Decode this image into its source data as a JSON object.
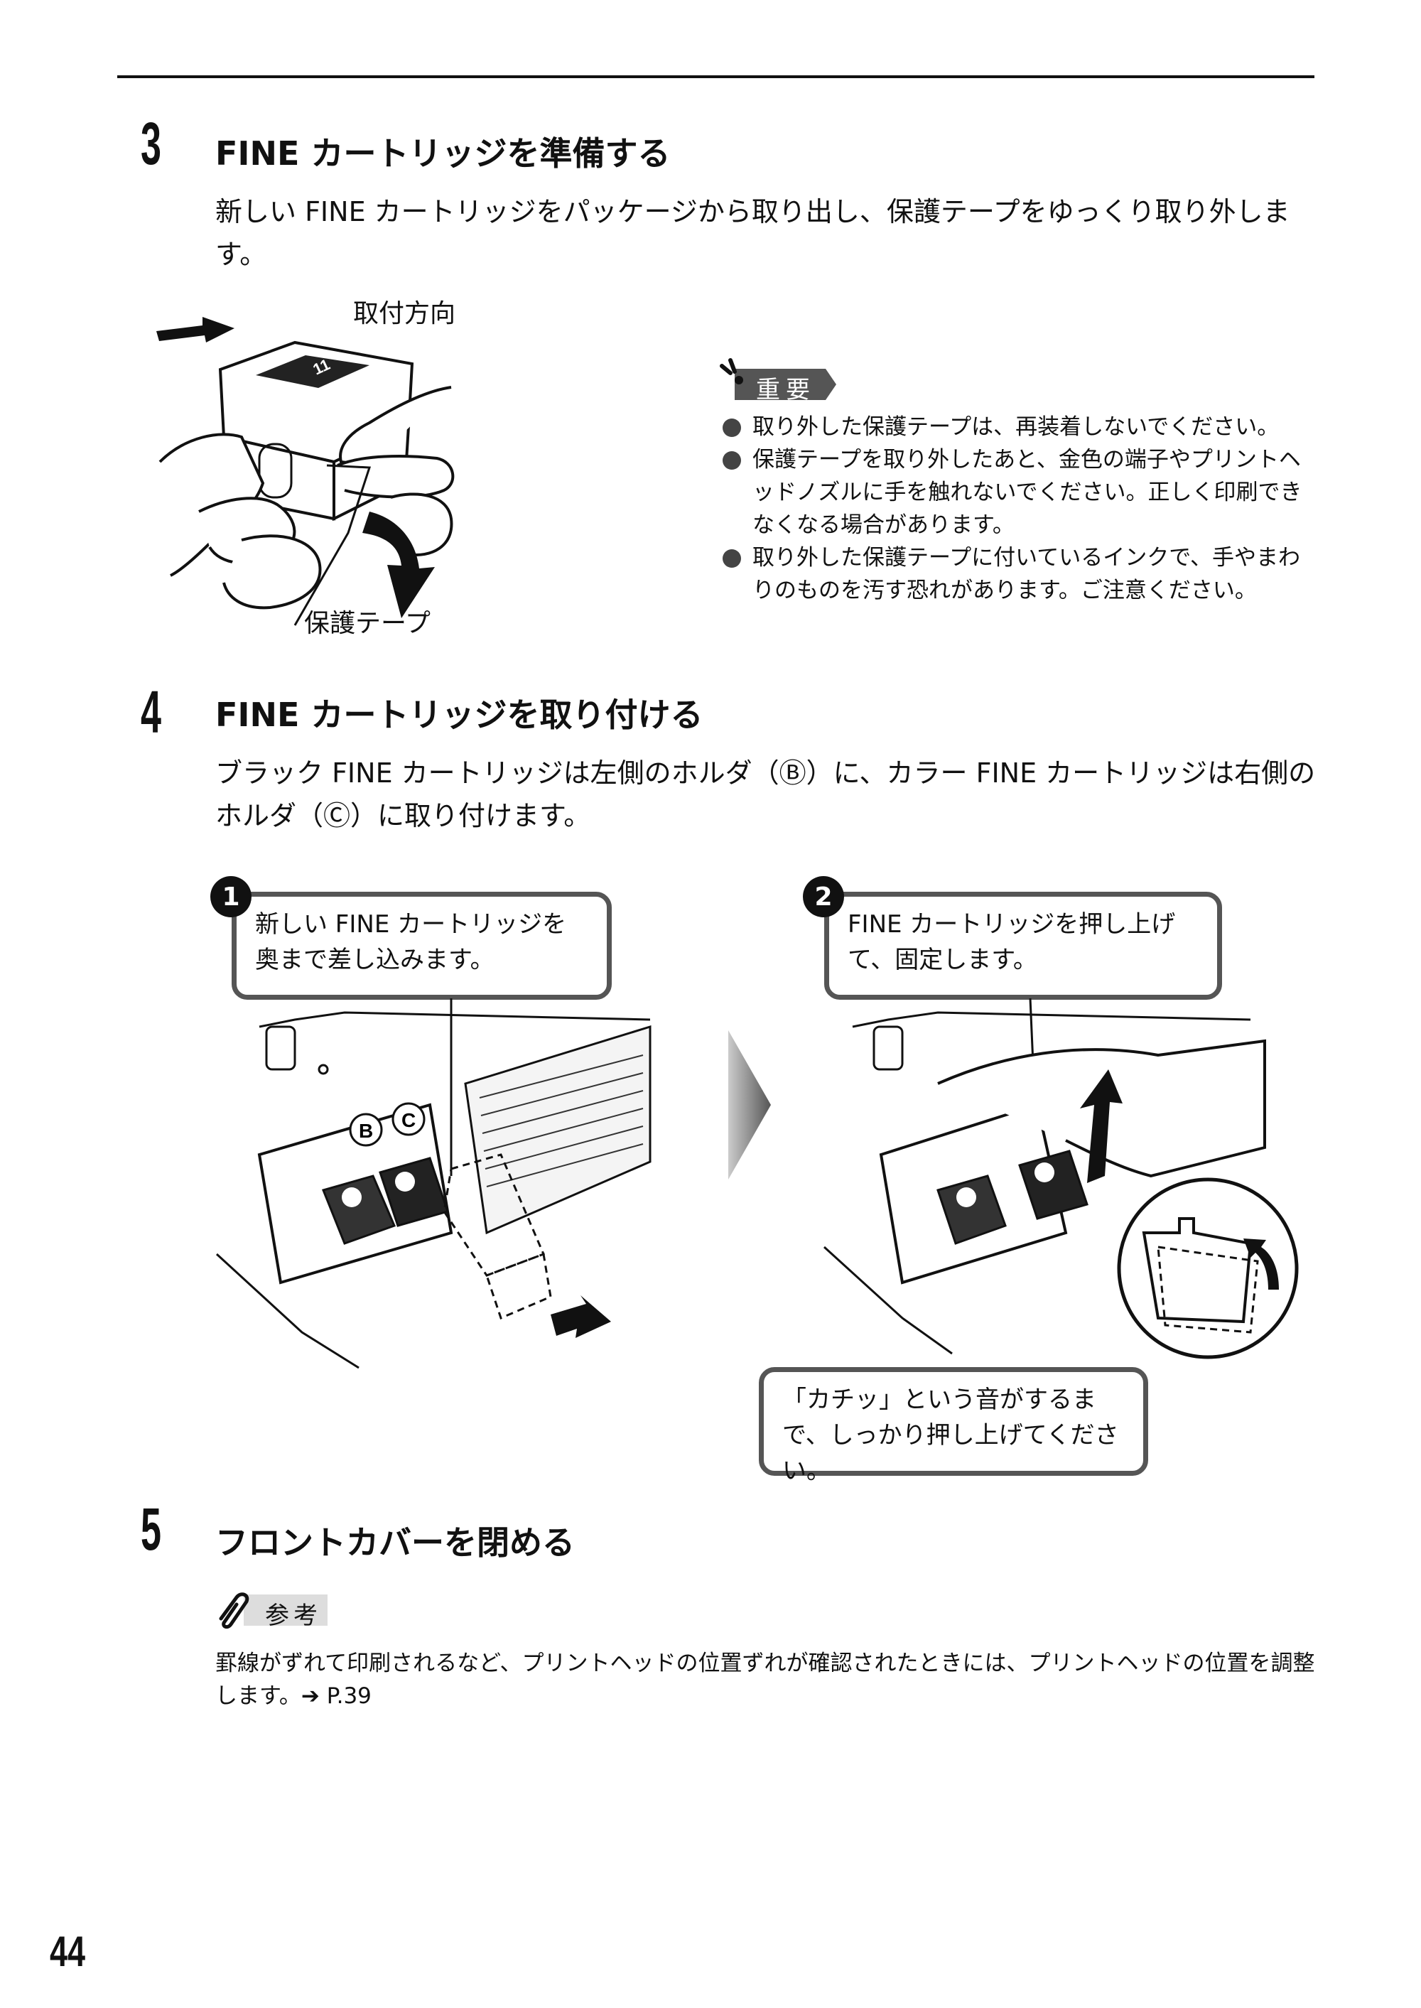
{
  "step3": {
    "number": "3",
    "title": "FINE カートリッジを準備する",
    "body": "新しい FINE カートリッジをパッケージから取り出し、保護テープをゆっくり取り外します。",
    "figure": {
      "label_direction": "取付方向",
      "label_tape": "保護テープ",
      "cartridge_text": "11"
    }
  },
  "important": {
    "label": "重要",
    "items": [
      "取り外した保護テープは、再装着しないでください。",
      "保護テープを取り外したあと、金色の端子やプリントヘッドノズルに手を触れないでください。正しく印刷できなくなる場合があります。",
      "取り外した保護テープに付いているインクで、手やまわりのものを汚す恐れがあります。ご注意ください。"
    ]
  },
  "step4": {
    "number": "4",
    "title": "FINE カートリッジを取り付ける",
    "body": "ブラック FINE カートリッジは左側のホルダ（Ⓑ）に、カラー FINE カートリッジは右側のホルダ（Ⓒ）に取り付けます。",
    "callout1": {
      "badge": "1",
      "text": "新しい FINE カートリッジを奥まで差し込みます。"
    },
    "callout2": {
      "badge": "2",
      "text": "FINE カートリッジを押し上げて、固定します。"
    },
    "callout3": {
      "text": "「カチッ」という音がするまで、しっかり押し上げてください。"
    },
    "holder_b": "B",
    "holder_c": "C"
  },
  "step5": {
    "number": "5",
    "title": "フロントカバーを閉める"
  },
  "reference": {
    "label": "参考",
    "text": "罫線がずれて印刷されるなど、プリントヘッドの位置ずれが確認されたときには、プリントヘッドの位置を調整します。",
    "link": "➔ P.39"
  },
  "page_number": "44"
}
